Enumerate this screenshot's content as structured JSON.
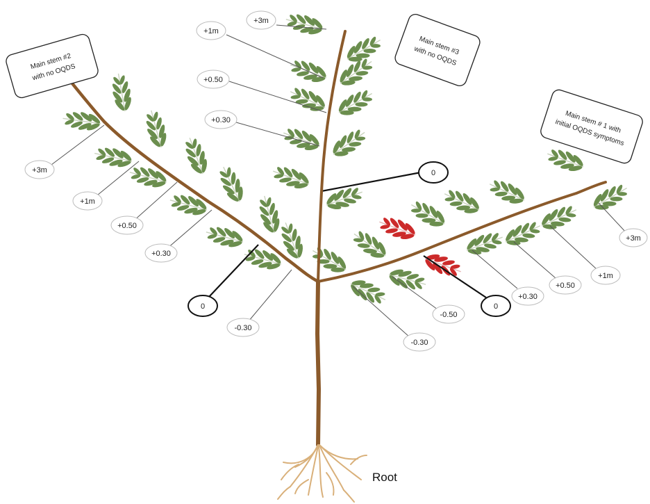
{
  "boxes": {
    "stem2": [
      "Main stem #2",
      "with no OQDS"
    ],
    "stem3": [
      "Main stem #3",
      "with no OQDS"
    ],
    "stem1": [
      "Main stem # 1 with",
      "initial OQDS symptoms"
    ]
  },
  "labels": {
    "s2": [
      "+3m",
      "+1m",
      "+0.50",
      "+0.30",
      "0",
      "-0.30"
    ],
    "s3": [
      "+3m",
      "+1m",
      "+0.50",
      "+0.30",
      "0"
    ],
    "s1": [
      "+3m",
      "+1m",
      "+0.50",
      "+0.30",
      "0",
      "-0.50",
      "-0.30"
    ]
  },
  "root_label": "Root",
  "colors": {
    "branch": "#8b5a2b",
    "leaf_healthy": "#6b8e4e",
    "leaf_symptomatic": "#cc2a2a",
    "root": "#d9b07a"
  }
}
